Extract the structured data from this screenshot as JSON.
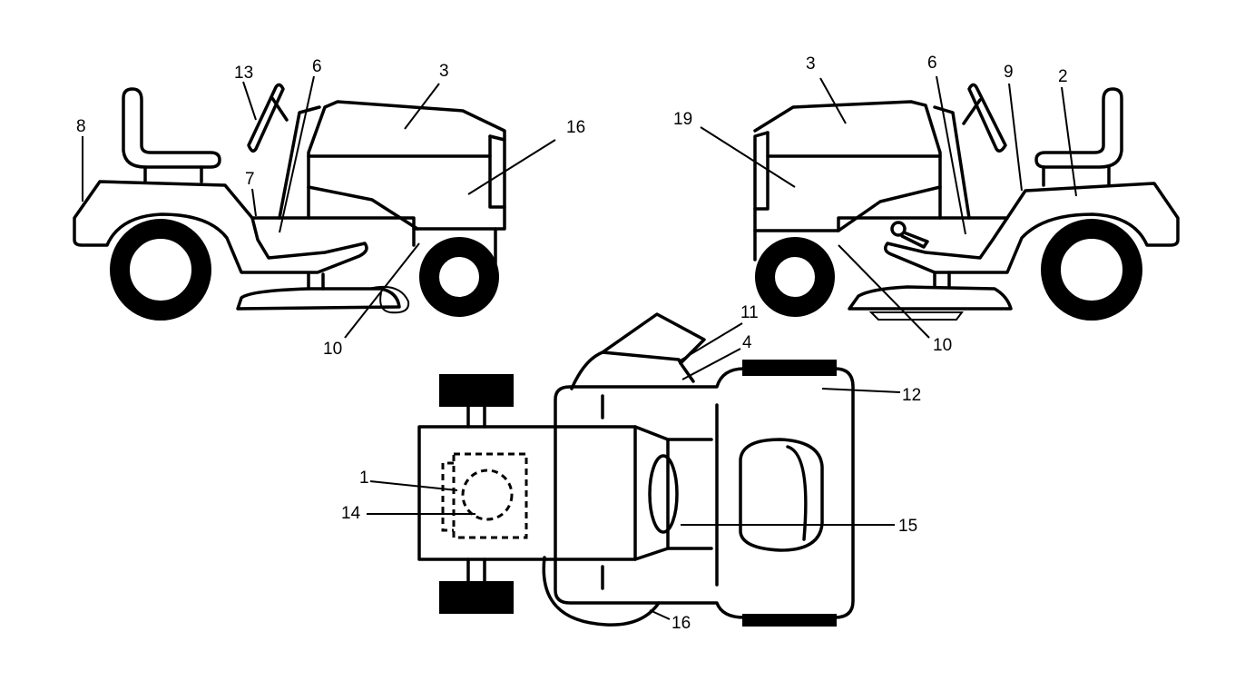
{
  "diagram": {
    "callouts": [
      {
        "id": "c1",
        "text": "1"
      },
      {
        "id": "c2",
        "text": "2"
      },
      {
        "id": "c3a",
        "text": "3"
      },
      {
        "id": "c3b",
        "text": "3"
      },
      {
        "id": "c4",
        "text": "4"
      },
      {
        "id": "c6a",
        "text": "6"
      },
      {
        "id": "c6b",
        "text": "6"
      },
      {
        "id": "c7",
        "text": "7"
      },
      {
        "id": "c8",
        "text": "8"
      },
      {
        "id": "c9",
        "text": "9"
      },
      {
        "id": "c10a",
        "text": "10"
      },
      {
        "id": "c10b",
        "text": "10"
      },
      {
        "id": "c11",
        "text": "11"
      },
      {
        "id": "c12",
        "text": "12"
      },
      {
        "id": "c13",
        "text": "13"
      },
      {
        "id": "c14",
        "text": "14"
      },
      {
        "id": "c15",
        "text": "15"
      },
      {
        "id": "c16a",
        "text": "16"
      },
      {
        "id": "c16b",
        "text": "16"
      },
      {
        "id": "c19",
        "text": "19"
      }
    ]
  }
}
